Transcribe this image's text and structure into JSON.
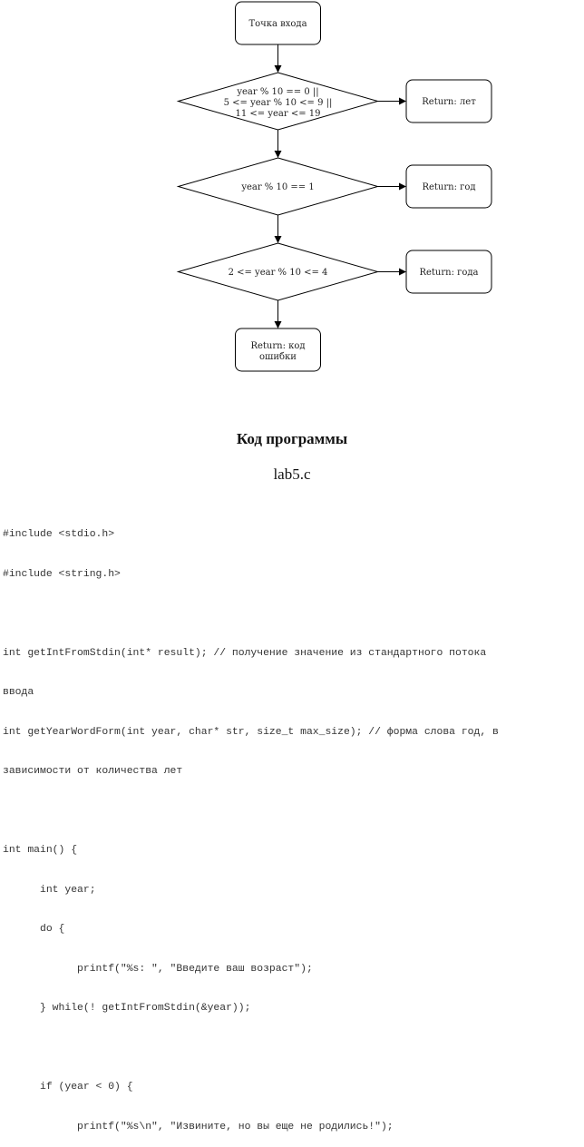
{
  "flowchart": {
    "start": "Точка входа",
    "conditions": [
      {
        "lines": [
          "year % 10 == 0 ||",
          "5 <= year % 10 <= 9 ||",
          "11 <= year <= 19"
        ],
        "result": "Return: лет"
      },
      {
        "lines": [
          "year % 10 == 1"
        ],
        "result": "Return: год"
      },
      {
        "lines": [
          "2 <= year % 10 <= 4"
        ],
        "result": "Return: года"
      }
    ],
    "fallback": [
      "Return: код",
      "ошибки"
    ]
  },
  "section_title": "Код программы",
  "file_name": "lab5.c",
  "code_lines": [
    "#include <stdio.h>",
    "#include <string.h>",
    "",
    "int getIntFromStdin(int* result); // получение значение из стандартного потока",
    "ввода",
    "int getYearWordForm(int year, char* str, size_t max_size); // форма слова год, в",
    "зависимости от количества лет",
    "",
    "int main() {",
    "      int year;",
    "      do {",
    "            printf(\"%s: \", \"Введите ваш возраст\");",
    "      } while(! getIntFromStdin(&year));",
    "",
    "      if (year < 0) {",
    "            printf(\"%s\\n\", \"Извините, но вы еще не родились!\");"
  ]
}
